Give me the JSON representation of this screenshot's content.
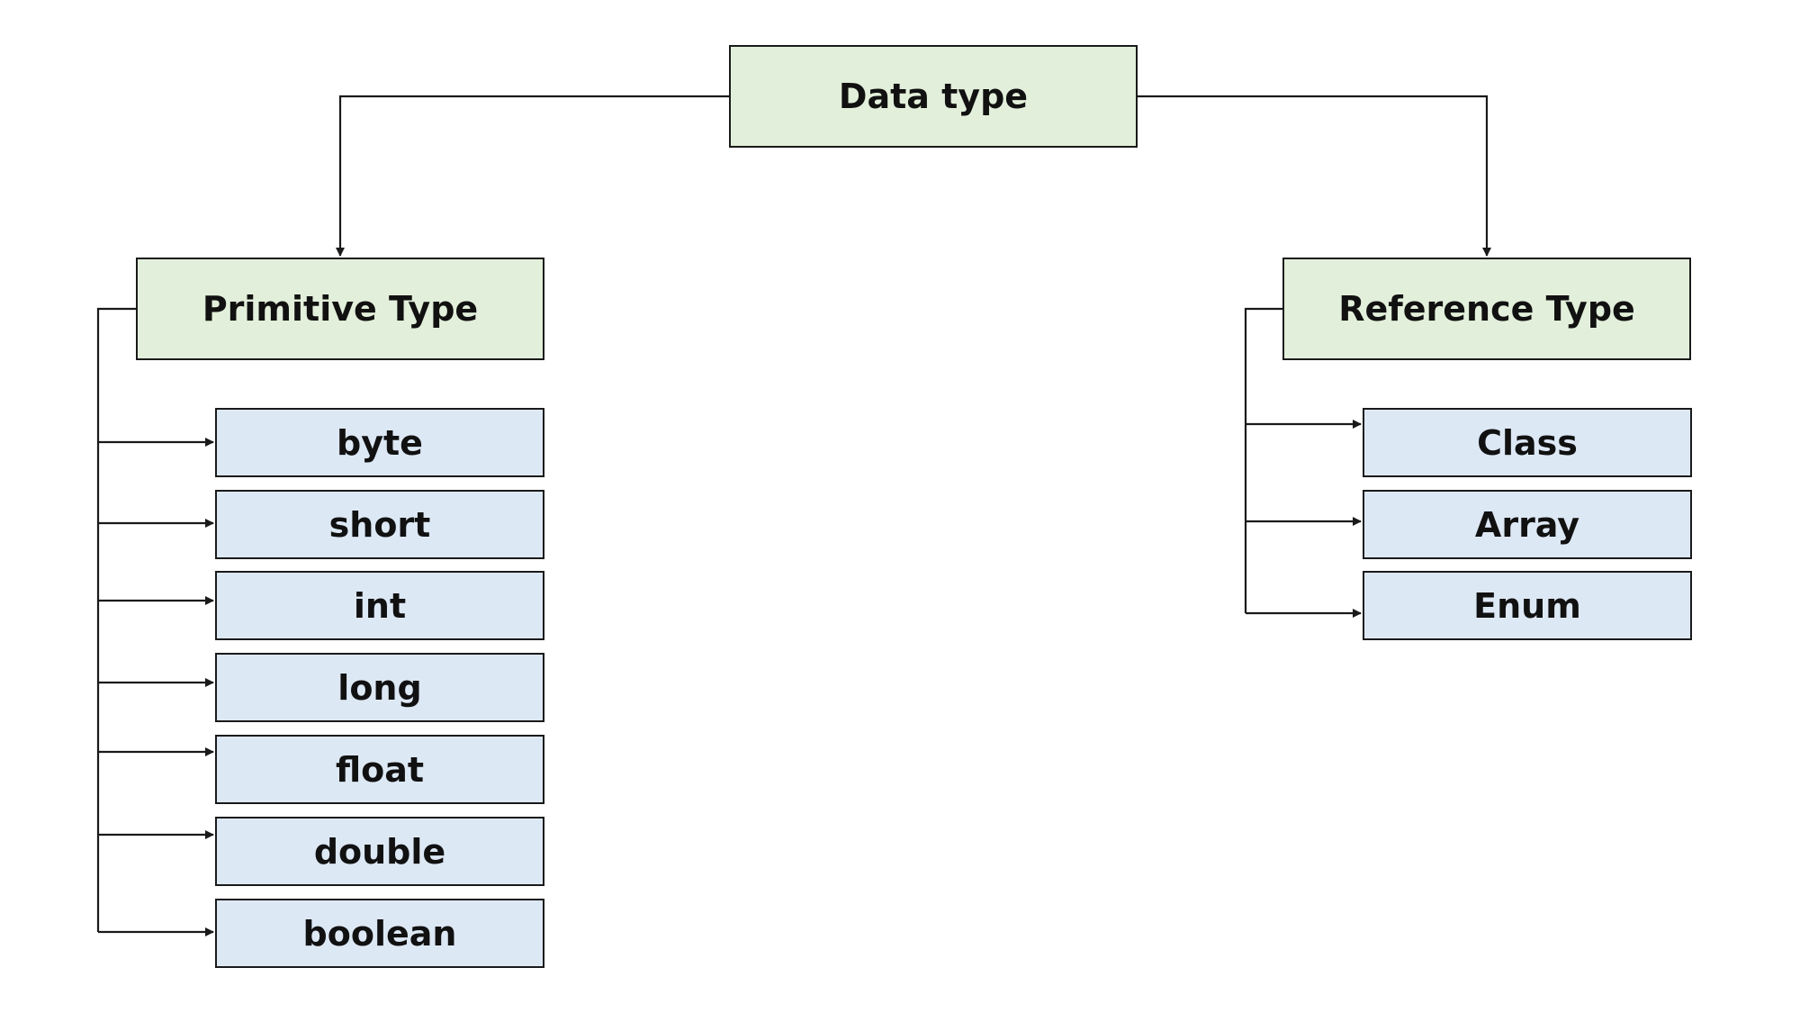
{
  "diagram": {
    "root": {
      "label": "Data type"
    },
    "primitive": {
      "label": "Primitive Type",
      "children": [
        "byte",
        "short",
        "int",
        "long",
        "float",
        "double",
        "boolean"
      ]
    },
    "reference": {
      "label": "Reference Type",
      "children": [
        "Class",
        "Array",
        "Enum"
      ]
    }
  },
  "colors": {
    "category_fill": "#e2efda",
    "leaf_fill": "#dde8f5",
    "line": "#1a1a1a"
  }
}
